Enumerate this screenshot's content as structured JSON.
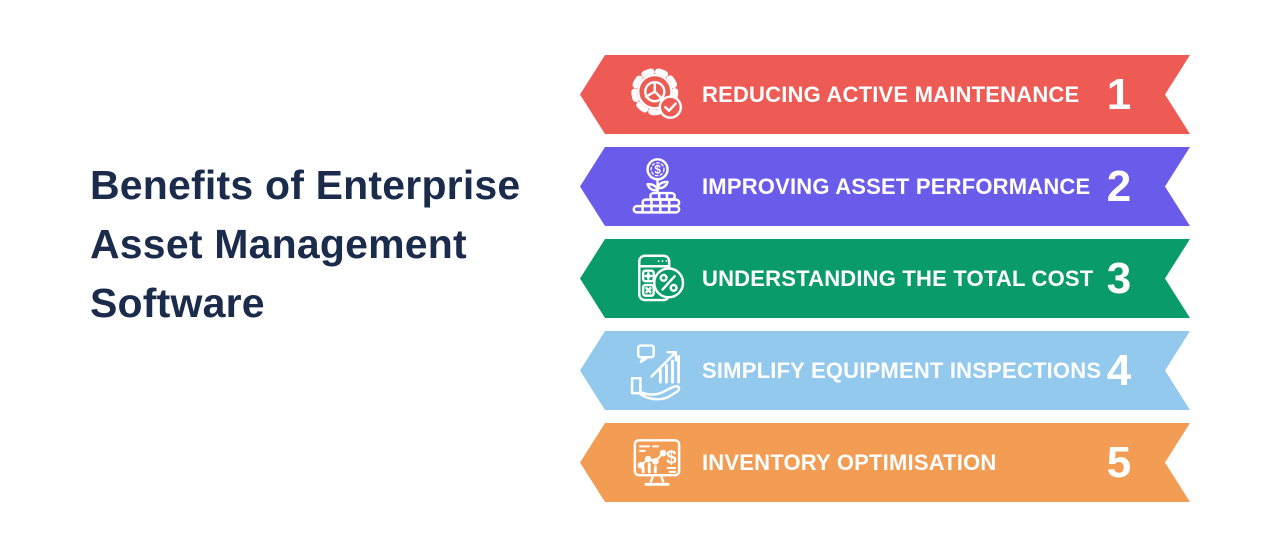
{
  "title": {
    "lines": [
      "Benefits of Enterprise",
      "Asset Management",
      "Software"
    ],
    "color": "#1b2b4b"
  },
  "text_color": "#ffffff",
  "banners": [
    {
      "number": "1",
      "label": "REDUCING ACTIVE MAINTENANCE",
      "color": "#ee5a54",
      "icon": "gear-pie-check-icon"
    },
    {
      "number": "2",
      "label": "IMPROVING ASSET PERFORMANCE",
      "color": "#6a5beb",
      "icon": "money-plant-icon"
    },
    {
      "number": "3",
      "label": "UNDERSTANDING THE TOTAL COST",
      "color": "#0a9b6b",
      "icon": "calculator-percent-icon"
    },
    {
      "number": "4",
      "label": "SIMPLIFY EQUIPMENT INSPECTIONS",
      "color": "#92c9ed",
      "icon": "hand-growth-chart-icon"
    },
    {
      "number": "5",
      "label": "INVENTORY OPTIMISATION",
      "color": "#f39c53",
      "icon": "monitor-analytics-icon"
    }
  ]
}
